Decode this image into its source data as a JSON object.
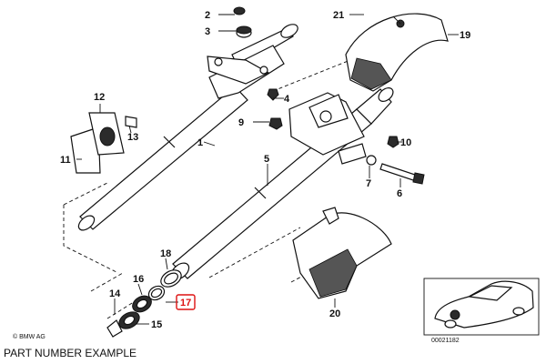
{
  "callouts": {
    "c1": "1",
    "c2": "2",
    "c3": "3",
    "c4": "4",
    "c5": "5",
    "c6": "6",
    "c7": "7",
    "c9": "9",
    "c10": "10",
    "c11": "11",
    "c12": "12",
    "c13": "13",
    "c14": "14",
    "c15": "15",
    "c16": "16",
    "c17": "17",
    "c18": "18",
    "c19": "19",
    "c20": "20",
    "c21": "21"
  },
  "highlighted_callout": "17",
  "copyright": "© BMW AG",
  "diagram_number": "00021182",
  "footer_caption": "PART NUMBER EXAMPLE",
  "colors": {
    "highlight_box": "#dd1111",
    "line": "#111111"
  }
}
